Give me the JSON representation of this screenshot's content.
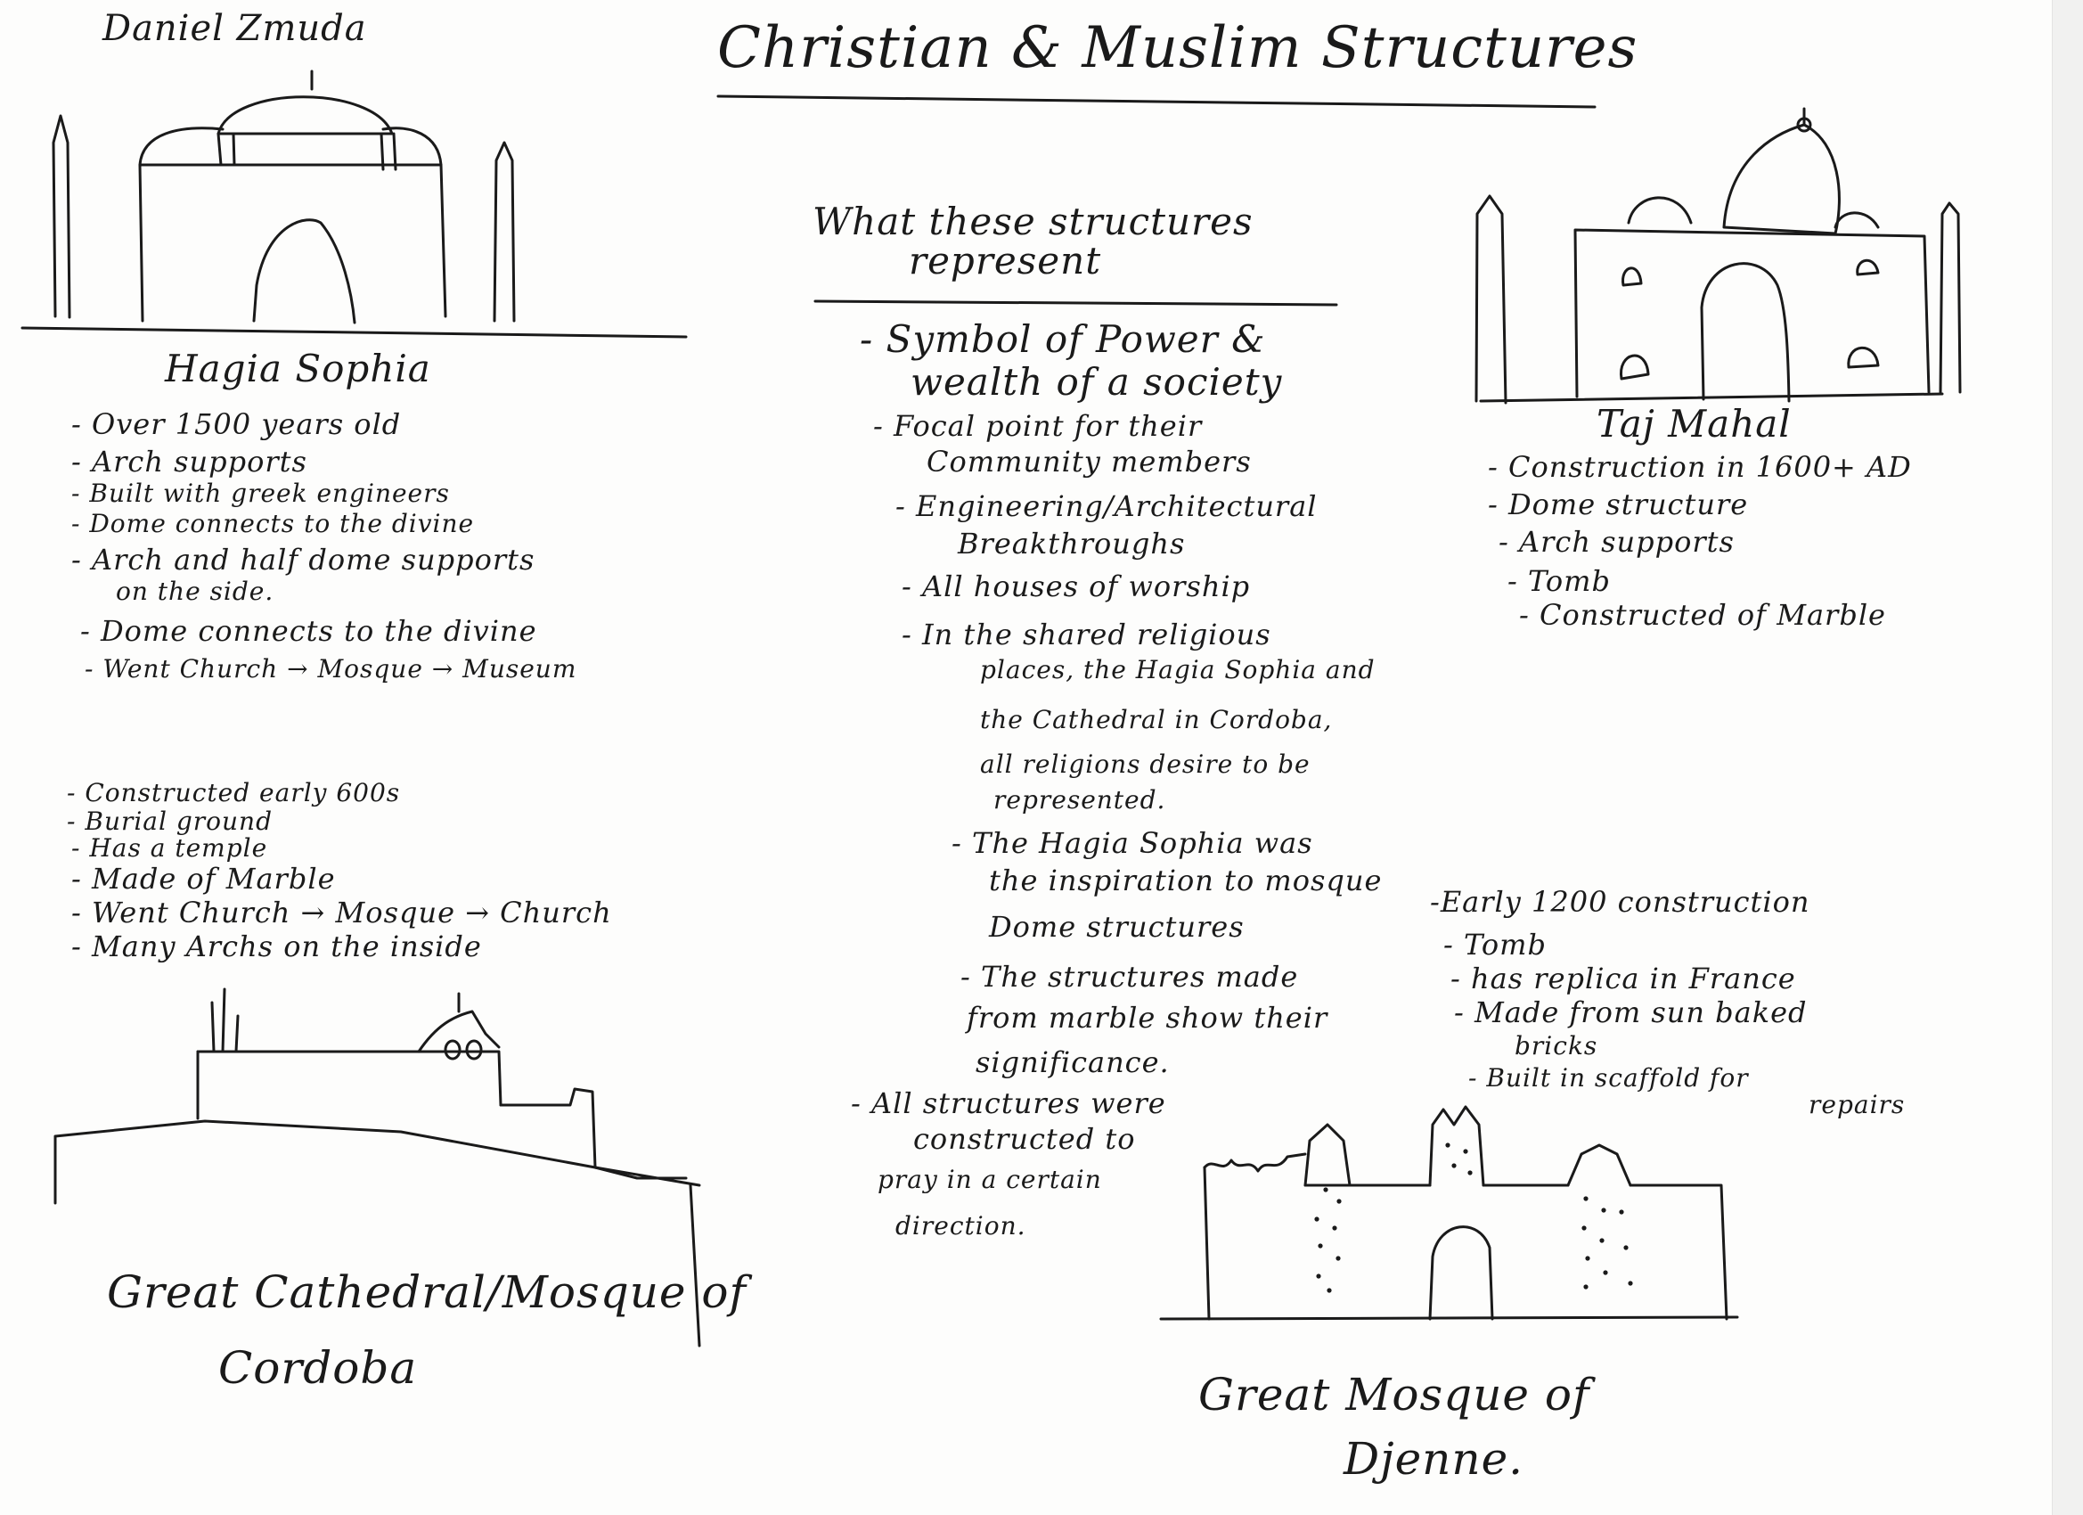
{
  "author": "Daniel Zmuda",
  "title": "Christian & Muslim Structures",
  "center": {
    "heading_line1": "What these structures",
    "heading_line2": "represent",
    "items": [
      "- Symbol of Power &",
      "wealth of a society",
      "- Focal point for their",
      "Community members",
      "- Engineering/Architectural",
      "Breakthroughs",
      "- All houses of worship",
      "- In the shared religious",
      "places, the Hagia Sophia and",
      "the Cathedral in Cordoba,",
      "all religions desire to be",
      "represented.",
      "- The Hagia Sophia was",
      "the inspiration to mosque",
      "Dome structures",
      "- The structures made",
      "from marble show their",
      "significance.",
      "- All structures were",
      "constructed to",
      "pray in a certain",
      "direction."
    ]
  },
  "hagia": {
    "label": "Hagia Sophia",
    "notes": [
      "- Over 1500 years old",
      "- Arch supports",
      "- Built with greek engineers",
      "- Dome connects to the divine",
      "- Arch and half dome supports",
      "on the side.",
      "- Dome connects to the divine",
      "- Went Church → Mosque → Museum"
    ]
  },
  "cordoba": {
    "notes": [
      "- Constructed early 600s",
      "- Burial ground",
      "- Has a temple",
      "- Made of Marble",
      "- Went Church → Mosque → Church",
      "- Many Archs on the inside"
    ],
    "label_line1": "Great Cathedral/Mosque of",
    "label_line2": "Cordoba"
  },
  "taj": {
    "label": "Taj Mahal",
    "notes": [
      "- Construction in 1600+ AD",
      "- Dome structure",
      "- Arch supports",
      "- Tomb",
      "- Constructed of Marble"
    ]
  },
  "djenne": {
    "notes": [
      "-Early 1200 construction",
      "- Tomb",
      "- has replica in France",
      "- Made from sun baked",
      "bricks",
      "- Built in scaffold for",
      "repairs"
    ],
    "label_line1": "Great Mosque of",
    "label_line2": "Djenne."
  }
}
